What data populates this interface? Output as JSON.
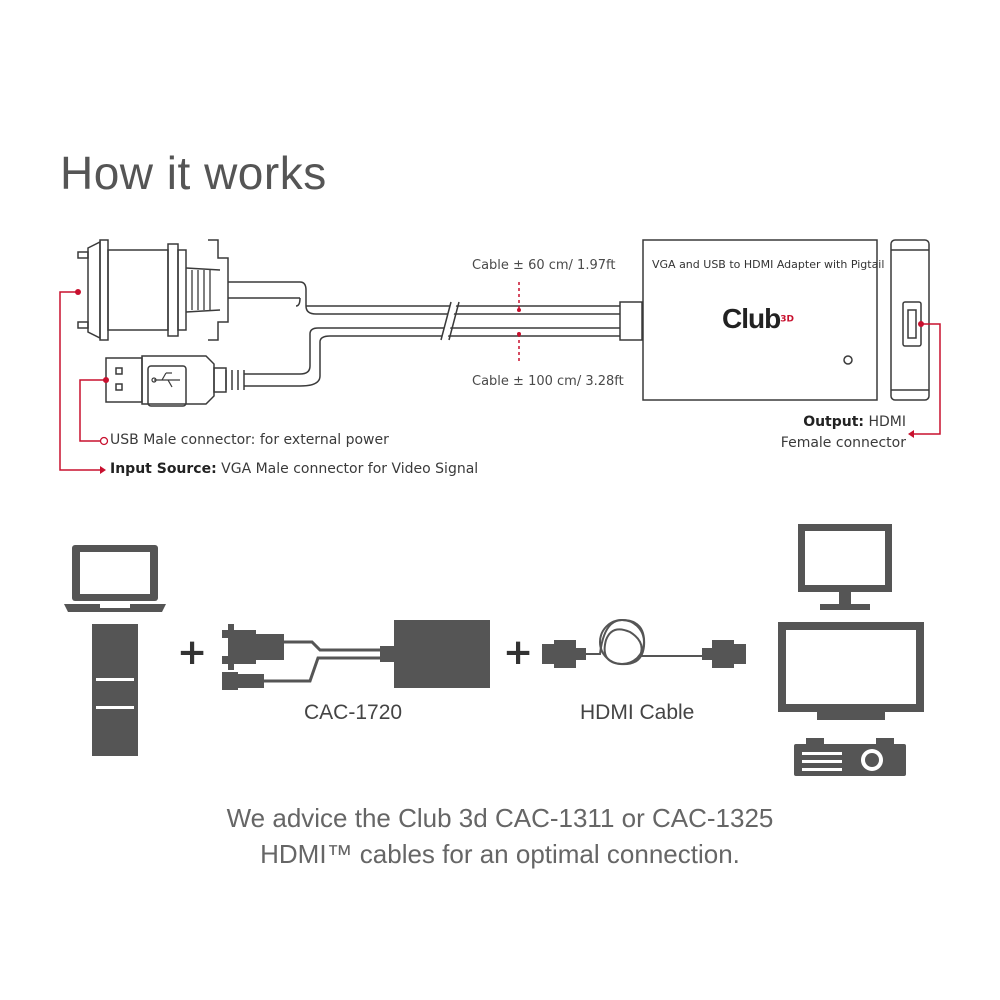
{
  "title": "How it works",
  "cable_top_label": "Cable ± 60 cm/ 1.97ft",
  "cable_bottom_label": "Cable ± 100 cm/ 3.28ft",
  "adapter_label": "VGA and USB to HDMI Adapter with Pigtail",
  "brand": {
    "word": "Club",
    "superscript": "3D"
  },
  "usb_label": "USB Male connector: for external power",
  "input_label": {
    "bold": "Input Source:",
    "text": " VGA Male connector for Video Signal"
  },
  "output_label": {
    "bold": "Output:",
    "text": " HDMI",
    "line2": "Female connector"
  },
  "product_caption": "CAC-1720",
  "cable_caption": "HDMI Cable",
  "plus_sign": "+",
  "advice_line1": "We advice the Club 3d CAC-1311 or CAC-1325",
  "advice_line2": "HDMI™ cables for an optimal connection.",
  "colors": {
    "accent": "#c8102e",
    "device": "#555555",
    "line": "#3a3a3a"
  }
}
